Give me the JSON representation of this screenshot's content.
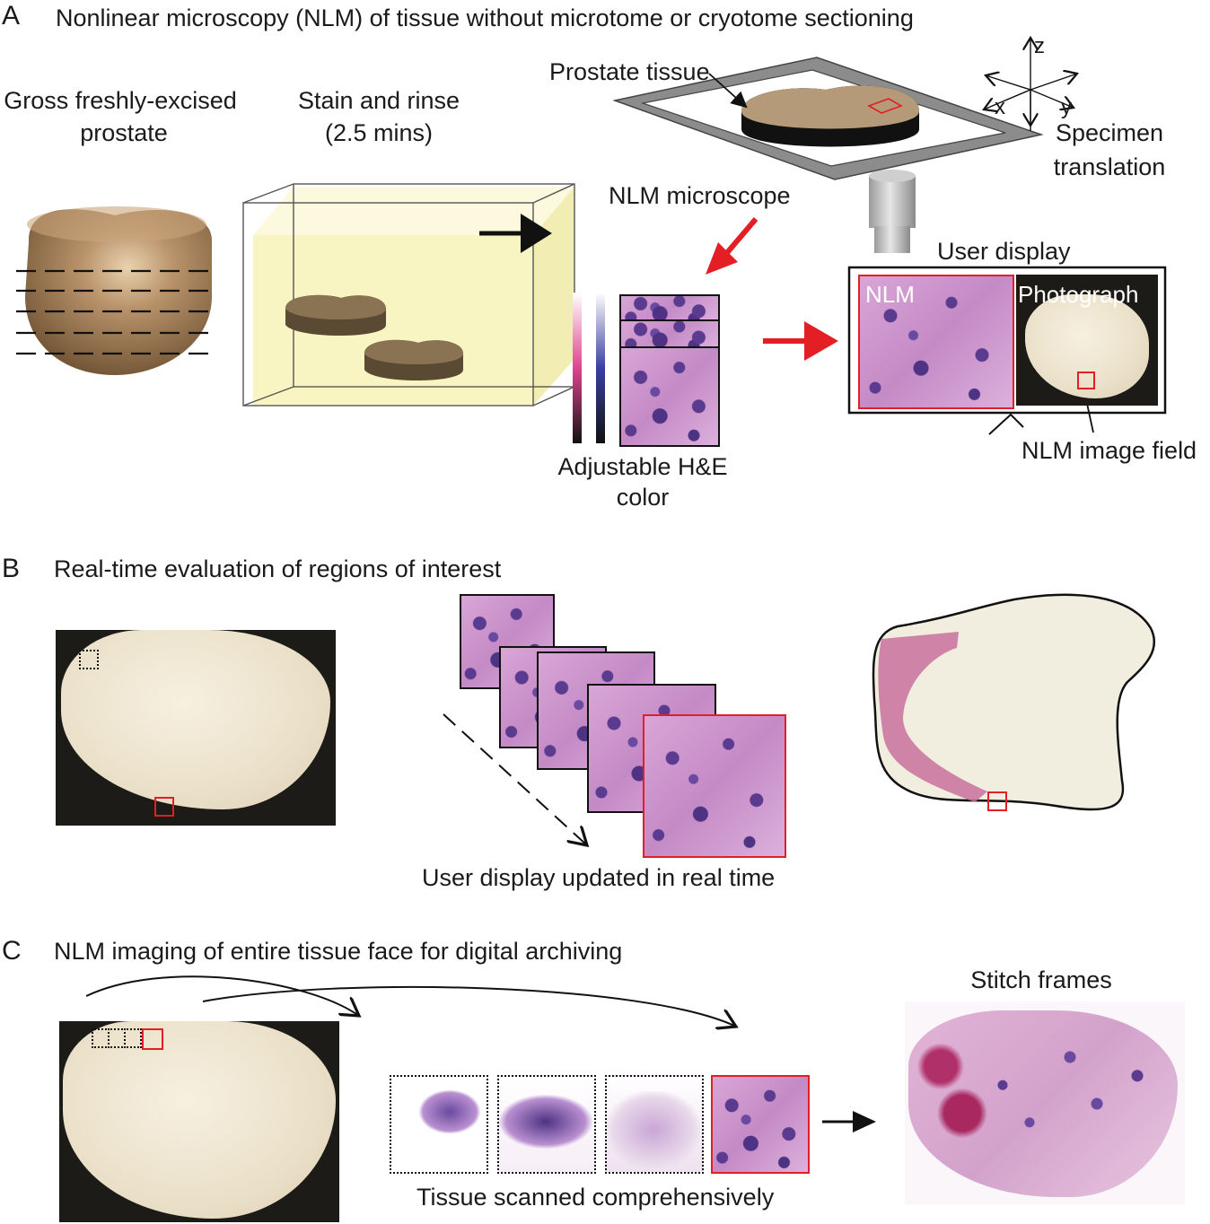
{
  "panelA": {
    "letter": "A",
    "title": "Nonlinear microscopy (NLM) of tissue without microtome or cryotome sectioning",
    "gross_label_1": "Gross freshly-excised",
    "gross_label_2": "prostate",
    "stain_label_1": "Stain and rinse",
    "stain_label_2": "(2.5 mins)",
    "prostate_tissue": "Prostate tissue",
    "axis_z": "z",
    "axis_x": "x",
    "axis_y": "y",
    "translation_1": "Specimen",
    "translation_2": "translation",
    "microscope": "NLM microscope",
    "user_display": "User display",
    "display_nlm": "NLM",
    "display_photo": "Photograph",
    "color_label_1": "Adjustable H&E",
    "color_label_2": "color",
    "image_field": "NLM image field"
  },
  "panelB": {
    "letter": "B",
    "title": "Real-time evaluation of regions of interest",
    "caption": "User display updated in real time"
  },
  "panelC": {
    "letter": "C",
    "title": "NLM imaging of entire tissue face for digital archiving",
    "caption": "Tissue scanned comprehensively",
    "stitch": "Stitch frames"
  },
  "colors": {
    "highlight": "#e31e24",
    "tissue_tan": "#b49a78",
    "stain_yellow": "#f3eeab",
    "he_pink": "#d9a6d6",
    "he_nuclei": "#5a3b8f"
  }
}
